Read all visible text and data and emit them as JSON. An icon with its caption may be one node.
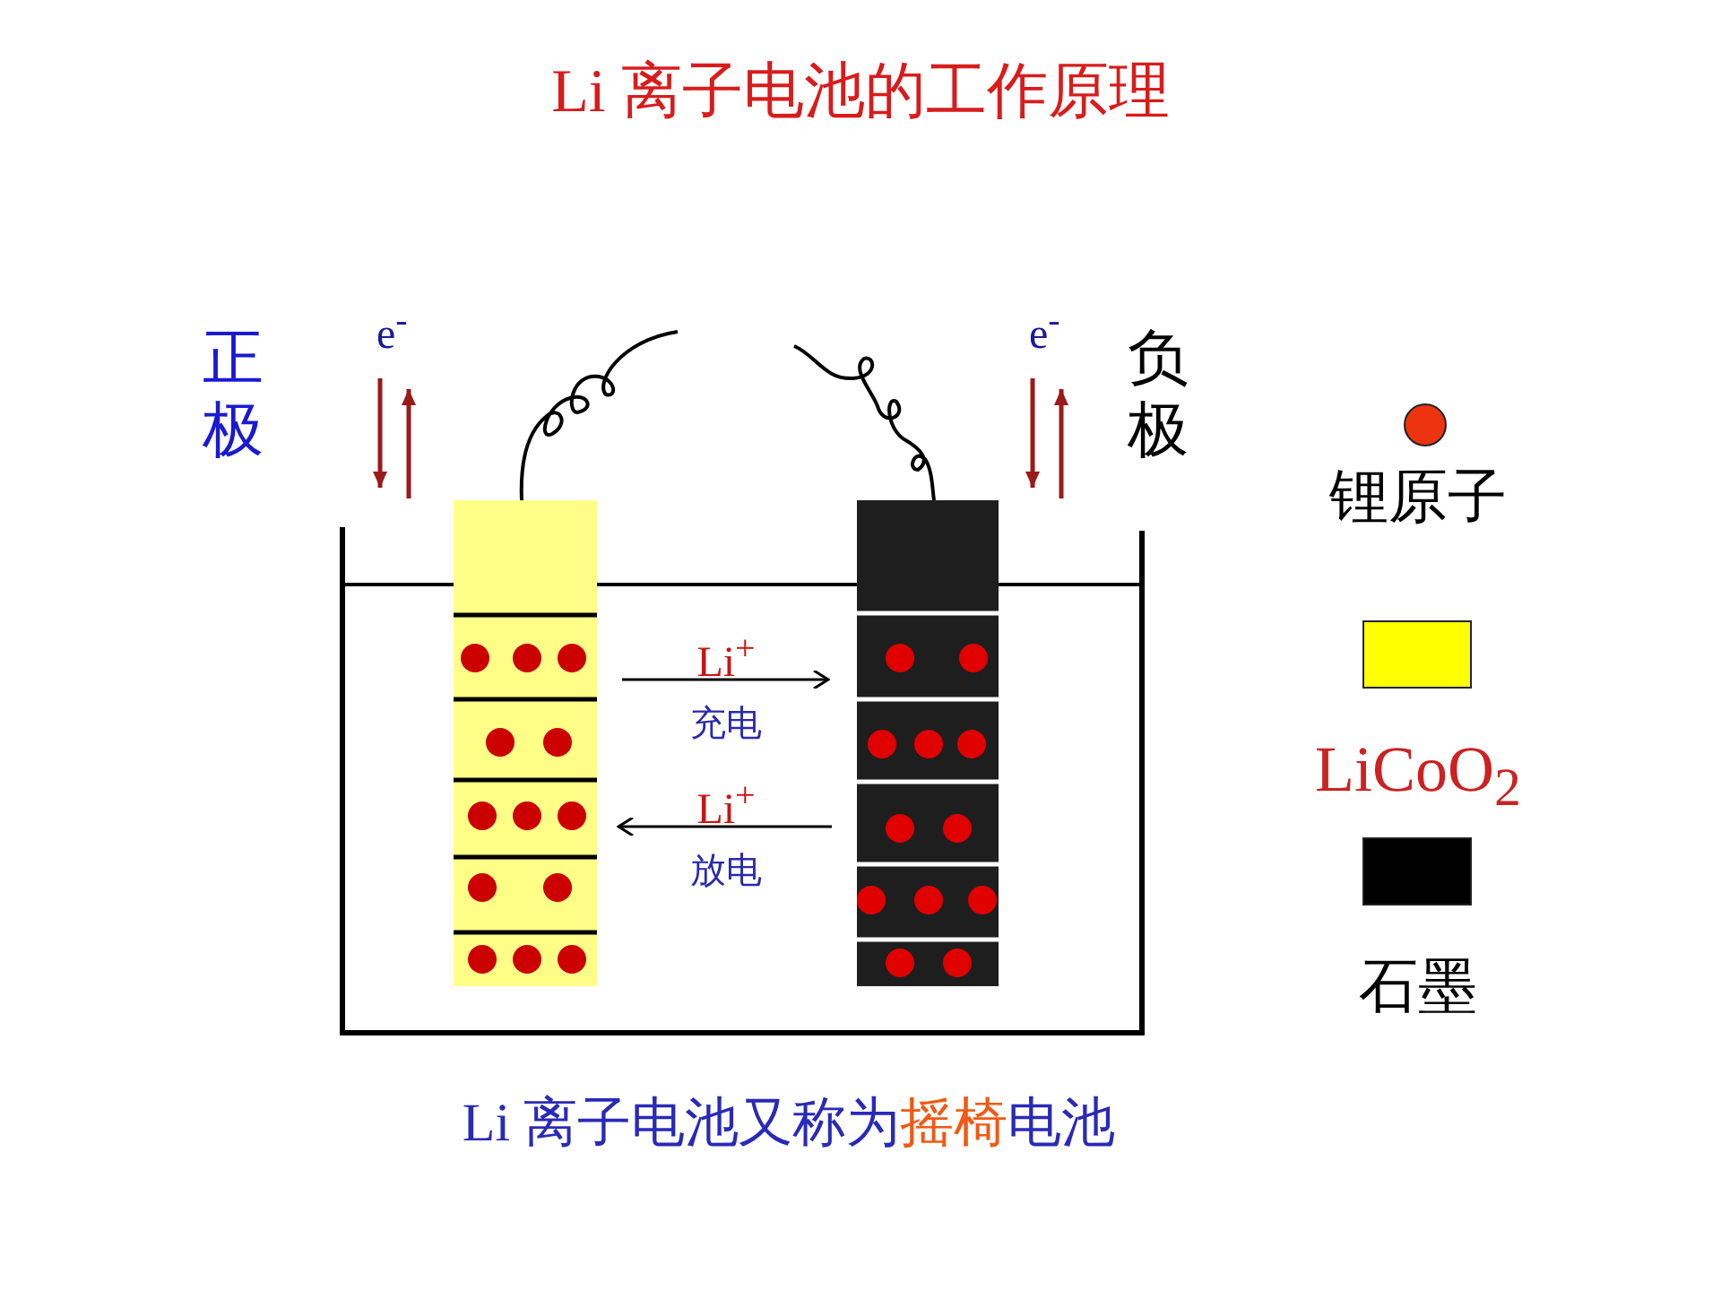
{
  "diagram": {
    "title": "Li 离子电池的工作原理",
    "caption": "Li 离子电池又称为**摇椅**电池",
    "nodes": [
      {
        "text": [],
        "shape": "bar"
      },
      {
        "text": [],
        "shape": "bar"
      }
    ],
    "edges": [
      {
        "from": 0,
        "to": 1,
        "arrow": "to",
        "label": "Li$^{+}$ 充电"
      },
      {
        "from": 1,
        "to": 0,
        "arrow": "to",
        "label": "Li$^{+}$ 放电"
      }
    ],
    "labels": [
      "正极",
      "e$^{-}$",
      "e$^{-}$",
      "负极"
    ],
    "legend": [
      {
        "text": "锂原子",
        "color": "#ee3311"
      },
      {
        "text": "LiCoO$_{2}$",
        "color": "#ffff00"
      },
      {
        "text": "石墨",
        "color": "#000000"
      }
    ]
  }
}
